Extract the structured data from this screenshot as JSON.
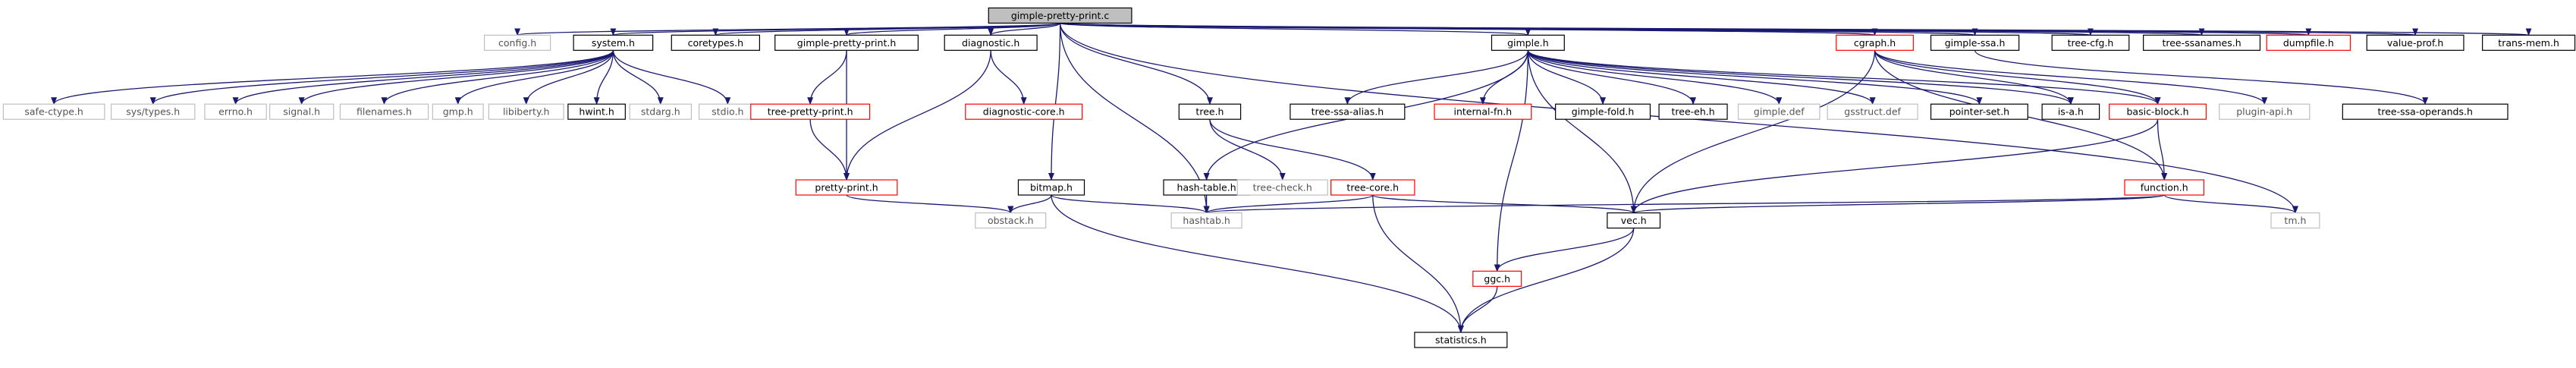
{
  "colors": {
    "edge": "#191970",
    "documented_border": "#000000",
    "undocumented_border": "#bfbfbf",
    "truncated_border": "#ff0000",
    "root_fill": "#bfbfbf",
    "background": "#ffffff"
  },
  "graph": {
    "root": "gimple-pretty-print.c",
    "nodes": [
      {
        "id": "root",
        "label": "gimple-pretty-print.c",
        "style": "root"
      },
      {
        "id": "config",
        "label": "config.h",
        "style": "undocumented"
      },
      {
        "id": "system",
        "label": "system.h",
        "style": "documented"
      },
      {
        "id": "coretypes",
        "label": "coretypes.h",
        "style": "documented"
      },
      {
        "id": "gpph",
        "label": "gimple-pretty-print.h",
        "style": "documented"
      },
      {
        "id": "diagnostic",
        "label": "diagnostic.h",
        "style": "documented"
      },
      {
        "id": "gimple",
        "label": "gimple.h",
        "style": "documented"
      },
      {
        "id": "cgraph",
        "label": "cgraph.h",
        "style": "truncated"
      },
      {
        "id": "gimplessa",
        "label": "gimple-ssa.h",
        "style": "documented"
      },
      {
        "id": "treecfg",
        "label": "tree-cfg.h",
        "style": "documented"
      },
      {
        "id": "treessanames",
        "label": "tree-ssanames.h",
        "style": "documented"
      },
      {
        "id": "dumpfile",
        "label": "dumpfile.h",
        "style": "truncated"
      },
      {
        "id": "valueprof",
        "label": "value-prof.h",
        "style": "documented"
      },
      {
        "id": "transmem",
        "label": "trans-mem.h",
        "style": "documented"
      },
      {
        "id": "safectype",
        "label": "safe-ctype.h",
        "style": "undocumented"
      },
      {
        "id": "systypes",
        "label": "sys/types.h",
        "style": "undocumented"
      },
      {
        "id": "errno",
        "label": "errno.h",
        "style": "undocumented"
      },
      {
        "id": "signal",
        "label": "signal.h",
        "style": "undocumented"
      },
      {
        "id": "filenames",
        "label": "filenames.h",
        "style": "undocumented"
      },
      {
        "id": "gmp",
        "label": "gmp.h",
        "style": "undocumented"
      },
      {
        "id": "libiberty",
        "label": "libiberty.h",
        "style": "undocumented"
      },
      {
        "id": "hwint",
        "label": "hwint.h",
        "style": "documented"
      },
      {
        "id": "stdarg",
        "label": "stdarg.h",
        "style": "undocumented"
      },
      {
        "id": "stdio",
        "label": "stdio.h",
        "style": "undocumented"
      },
      {
        "id": "treepp",
        "label": "tree-pretty-print.h",
        "style": "truncated"
      },
      {
        "id": "diagcore",
        "label": "diagnostic-core.h",
        "style": "truncated"
      },
      {
        "id": "prettyprint",
        "label": "pretty-print.h",
        "style": "truncated"
      },
      {
        "id": "obstack",
        "label": "obstack.h",
        "style": "undocumented"
      },
      {
        "id": "bitmap",
        "label": "bitmap.h",
        "style": "documented"
      },
      {
        "id": "treeh",
        "label": "tree.h",
        "style": "documented"
      },
      {
        "id": "treessaalias",
        "label": "tree-ssa-alias.h",
        "style": "documented"
      },
      {
        "id": "internalfn",
        "label": "internal-fn.h",
        "style": "truncated"
      },
      {
        "id": "gimplefold",
        "label": "gimple-fold.h",
        "style": "documented"
      },
      {
        "id": "treeeh",
        "label": "tree-eh.h",
        "style": "documented"
      },
      {
        "id": "gimpledef",
        "label": "gimple.def",
        "style": "undocumented"
      },
      {
        "id": "gsstructdef",
        "label": "gsstruct.def",
        "style": "undocumented"
      },
      {
        "id": "pointerset",
        "label": "pointer-set.h",
        "style": "documented"
      },
      {
        "id": "isa",
        "label": "is-a.h",
        "style": "documented"
      },
      {
        "id": "basicblock",
        "label": "basic-block.h",
        "style": "truncated"
      },
      {
        "id": "pluginapi",
        "label": "plugin-api.h",
        "style": "undocumented"
      },
      {
        "id": "treessaoperands",
        "label": "tree-ssa-operands.h",
        "style": "documented"
      },
      {
        "id": "hashtable",
        "label": "hash-table.h",
        "style": "documented"
      },
      {
        "id": "treecheck",
        "label": "tree-check.h",
        "style": "undocumented"
      },
      {
        "id": "treecore",
        "label": "tree-core.h",
        "style": "truncated"
      },
      {
        "id": "function",
        "label": "function.h",
        "style": "truncated"
      },
      {
        "id": "hashtab",
        "label": "hashtab.h",
        "style": "undocumented"
      },
      {
        "id": "vec",
        "label": "vec.h",
        "style": "documented"
      },
      {
        "id": "tmh",
        "label": "tm.h",
        "style": "undocumented"
      },
      {
        "id": "ggc",
        "label": "ggc.h",
        "style": "truncated"
      },
      {
        "id": "statistics",
        "label": "statistics.h",
        "style": "documented"
      }
    ],
    "edges": [
      [
        "root",
        "config"
      ],
      [
        "root",
        "system"
      ],
      [
        "root",
        "coretypes"
      ],
      [
        "root",
        "gpph"
      ],
      [
        "root",
        "diagnostic"
      ],
      [
        "root",
        "gimple"
      ],
      [
        "root",
        "cgraph"
      ],
      [
        "root",
        "gimplessa"
      ],
      [
        "root",
        "treecfg"
      ],
      [
        "root",
        "treessanames"
      ],
      [
        "root",
        "dumpfile"
      ],
      [
        "root",
        "valueprof"
      ],
      [
        "root",
        "transmem"
      ],
      [
        "root",
        "bitmap"
      ],
      [
        "root",
        "treeh"
      ],
      [
        "root",
        "hashtab"
      ],
      [
        "root",
        "tmh"
      ],
      [
        "system",
        "safectype"
      ],
      [
        "system",
        "systypes"
      ],
      [
        "system",
        "errno"
      ],
      [
        "system",
        "signal"
      ],
      [
        "system",
        "filenames"
      ],
      [
        "system",
        "gmp"
      ],
      [
        "system",
        "libiberty"
      ],
      [
        "system",
        "hwint"
      ],
      [
        "system",
        "stdarg"
      ],
      [
        "system",
        "stdio"
      ],
      [
        "gpph",
        "treepp"
      ],
      [
        "gpph",
        "prettyprint"
      ],
      [
        "treepp",
        "prettyprint"
      ],
      [
        "diagnostic",
        "diagcore"
      ],
      [
        "diagnostic",
        "prettyprint"
      ],
      [
        "prettyprint",
        "obstack"
      ],
      [
        "gimple",
        "treessaalias"
      ],
      [
        "gimple",
        "internalfn"
      ],
      [
        "gimple",
        "gimplefold"
      ],
      [
        "gimple",
        "treeeh"
      ],
      [
        "gimple",
        "gimpledef"
      ],
      [
        "gimple",
        "gsstructdef"
      ],
      [
        "gimple",
        "pointerset"
      ],
      [
        "gimple",
        "isa"
      ],
      [
        "gimple",
        "basicblock"
      ],
      [
        "gimple",
        "hashtable"
      ],
      [
        "gimple",
        "vec"
      ],
      [
        "gimple",
        "ggc"
      ],
      [
        "cgraph",
        "isa"
      ],
      [
        "cgraph",
        "basicblock"
      ],
      [
        "cgraph",
        "pluginapi"
      ],
      [
        "cgraph",
        "function"
      ],
      [
        "cgraph",
        "vec"
      ],
      [
        "gimplessa",
        "treessaoperands"
      ],
      [
        "treeh",
        "treecheck"
      ],
      [
        "treeh",
        "treecore"
      ],
      [
        "hashtable",
        "hashtab"
      ],
      [
        "bitmap",
        "obstack"
      ],
      [
        "bitmap",
        "hashtab"
      ],
      [
        "bitmap",
        "statistics"
      ],
      [
        "treecore",
        "hashtab"
      ],
      [
        "treecore",
        "vec"
      ],
      [
        "treecore",
        "statistics"
      ],
      [
        "basicblock",
        "function"
      ],
      [
        "basicblock",
        "vec"
      ],
      [
        "function",
        "hashtab"
      ],
      [
        "function",
        "vec"
      ],
      [
        "function",
        "tmh"
      ],
      [
        "vec",
        "ggc"
      ],
      [
        "vec",
        "statistics"
      ],
      [
        "ggc",
        "statistics"
      ]
    ]
  }
}
